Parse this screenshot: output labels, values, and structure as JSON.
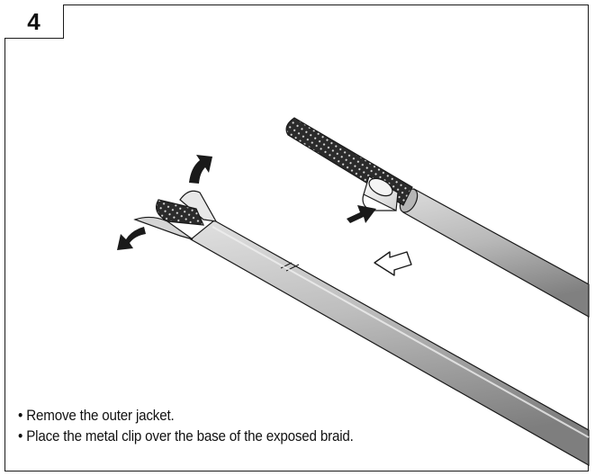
{
  "step": {
    "number": "4"
  },
  "instructions": [
    "Remove the outer jacket.",
    "Place the metal clip over the base of the exposed braid."
  ],
  "colors": {
    "frame": "#1a1a1a",
    "jacket_light": "#c4c4c4",
    "jacket_dark": "#8a8a8a",
    "braid": "#2b2b2b",
    "arrow_solid": "#1a1a1a",
    "arrow_outline": "#ffffff"
  },
  "icons": {
    "bullet": "•"
  }
}
